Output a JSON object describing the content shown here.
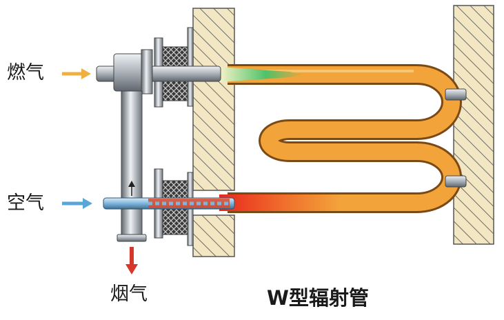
{
  "labels": {
    "gas_inlet": "燃气",
    "air_inlet": "空气",
    "flue_gas": "烟气",
    "title": "W型辐射管"
  },
  "colors": {
    "tube_orange": "#f2a33a",
    "tube_outline": "#7a4a16",
    "hot_red": "#e8281e",
    "flame_green": "#4fc26a",
    "wall_fill": "#f3e6c2",
    "hatch": "#6b6b6b",
    "gas_arrow": "#f0b041",
    "air_arrow": "#59a7d8",
    "flue_arrow": "#d6372b",
    "metal": "#b9bec4"
  }
}
